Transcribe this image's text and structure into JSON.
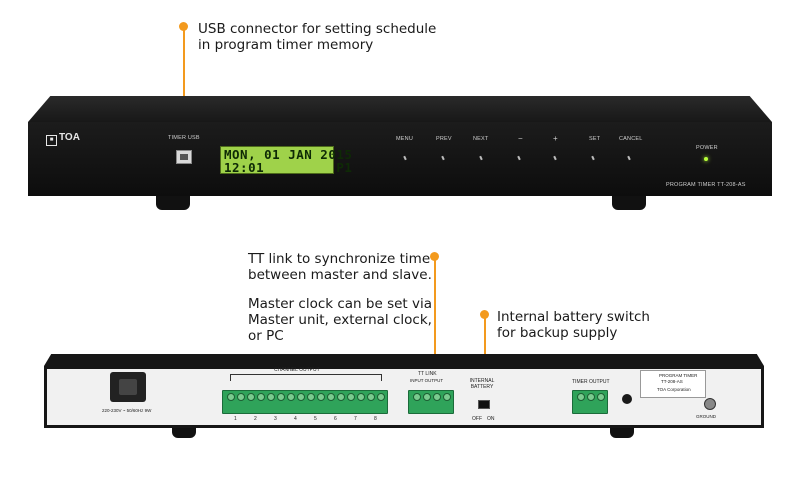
{
  "callouts": {
    "usb": [
      "USB connector for setting schedule",
      "in program timer memory"
    ],
    "ttlink": [
      "TT link to synchronize time",
      "between master and slave."
    ],
    "master": [
      "Master clock can be set via",
      "Master unit, external clock,",
      "or PC"
    ],
    "battery": [
      "Internal battery switch",
      "for backup supply"
    ]
  },
  "front_panel": {
    "brand": "TOA",
    "usb_label": "TIMER USB",
    "lcd_line1": "MON, 01 JAN 2015",
    "lcd_line2": "12:01         P1",
    "buttons": [
      "MENU",
      "PREV",
      "NEXT",
      "−",
      "+",
      "SET",
      "CANCEL"
    ],
    "power_label": "POWER",
    "model": "PROGRAM TIMER TT-208-AS"
  },
  "rear_panel": {
    "ac_inlet_label": "220-230V ~ 50/60Hz 9W",
    "channel_output_label": "CHANNEL OUTPUT",
    "channel_numbers": [
      "1",
      "2",
      "3",
      "4",
      "5",
      "6",
      "7",
      "8"
    ],
    "ttlink_label": "TT LINK",
    "ttlink_sub": "INPUT OUTPUT",
    "battery_label": "INTERNAL BATTERY",
    "battery_off": "OFF",
    "battery_on": "ON",
    "timer_output_label": "TIMER OUTPUT",
    "nameplate_title": "PROGRAM TIMER",
    "nameplate_model": "TT-208-AS",
    "nameplate_maker": "TOA Corporation",
    "ground_label": "GROUND"
  },
  "colors": {
    "accent": "#f39a1e",
    "chassis": "#161616",
    "lcd": "#9fd24a",
    "terminal": "#2fa35a",
    "power_led": "#b8ff3a"
  }
}
